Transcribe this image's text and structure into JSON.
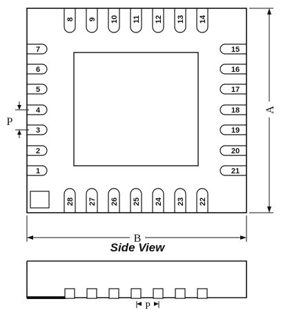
{
  "package": {
    "pins_left": [
      "7",
      "6",
      "5",
      "4",
      "3",
      "2",
      "1"
    ],
    "pins_top": [
      "8",
      "9",
      "10",
      "11",
      "12",
      "13",
      "14"
    ],
    "pins_right": [
      "15",
      "16",
      "17",
      "18",
      "19",
      "20",
      "21"
    ],
    "pins_bottom": [
      "28",
      "27",
      "26",
      "25",
      "24",
      "23",
      "22"
    ]
  },
  "dimensions": {
    "a_label": "A",
    "b_label": "B",
    "p_label_left": "P",
    "p_label_bottom": "P"
  },
  "side_view": {
    "title": "Side View"
  },
  "colors": {
    "ink": "#111111",
    "background": "#ffffff"
  }
}
